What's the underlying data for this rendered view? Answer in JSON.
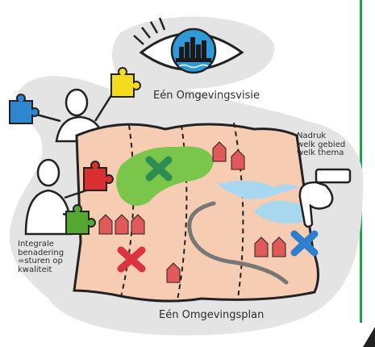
{
  "labels": {
    "visie": "Eén Omgevingsvisie",
    "plan": "Eén Omgevingsplan",
    "nadruk": [
      "Nadruk",
      "welk gebied",
      "welk thema"
    ],
    "integraal": [
      "Integrale",
      "benadering",
      "=sturen op",
      "kwaliteit"
    ]
  },
  "colors": {
    "blob": "#e4e4e4",
    "map": "#f6cdb2",
    "green_area": "#79c64a",
    "water": "#a8d8ef",
    "house": "#e15a5a",
    "cross_green": "#2e8c55",
    "cross_red": "#d9343f",
    "cross_blue": "#2f7fcf",
    "puzzle_blue": "#2f86d0",
    "puzzle_yellow": "#f3dc1e",
    "puzzle_red": "#d92f2f",
    "puzzle_green": "#53a832",
    "accent_bar": "#19a44b"
  },
  "icons": [
    "eye-icon",
    "city-skyline-icon",
    "map-icon",
    "pointing-hand-icon",
    "puzzle-piece-icon",
    "house-icon",
    "cross-icon",
    "person-icon"
  ]
}
